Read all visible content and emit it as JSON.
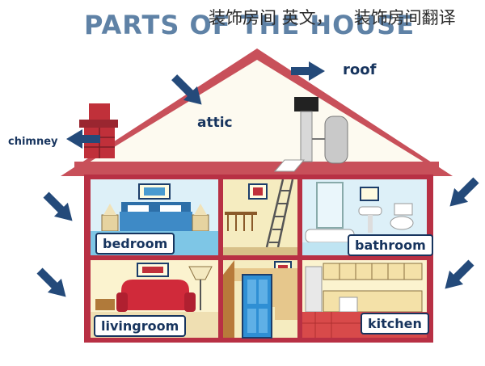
{
  "title": "PARTS OF THE HOUSE",
  "overlay": {
    "left_text": "装饰房间 英文，",
    "right_text": "装饰房间翻译"
  },
  "labels": {
    "roof": "roof",
    "attic": "attic",
    "chimney": "chimney"
  },
  "rooms": {
    "bedroom": "bedroom",
    "bathroom": "bathroom",
    "livingroom": "livingroom",
    "kitchen": "kitchen"
  },
  "colors": {
    "roof": "#c8505a",
    "wall": "#b83044",
    "attic_fill": "#fdfaf0",
    "bedroom_wall": "#ddf0f8",
    "bathroom_wall": "#ddf0f8",
    "hall_wall": "#f5ecc0",
    "living_wall": "#fbf3cf",
    "kitchen_wall": "#fbf3cf",
    "arrow": "#244a7a",
    "label": "#17345e",
    "title": "#5f82a6"
  }
}
